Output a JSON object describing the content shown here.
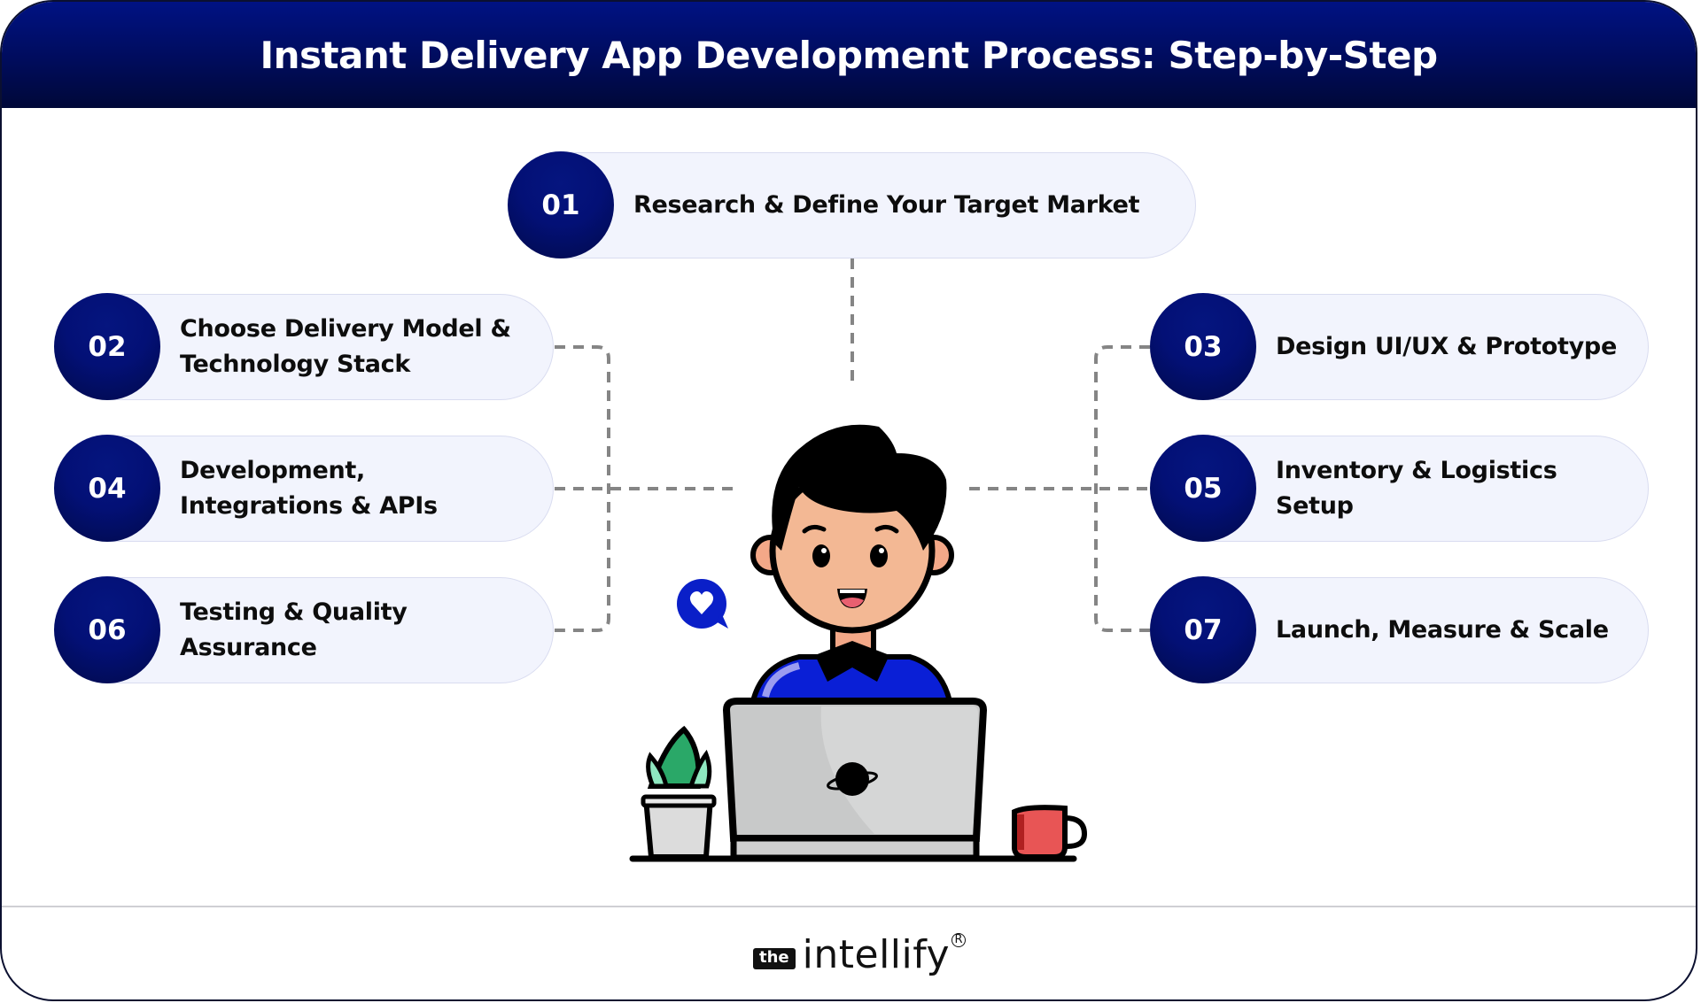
{
  "header": {
    "title": "Instant Delivery App Development Process: Step-by-Step"
  },
  "steps": [
    {
      "number": "01",
      "lines": [
        "Research & Define Your Target Market"
      ]
    },
    {
      "number": "02",
      "lines": [
        "Choose Delivery Model &",
        "Technology Stack"
      ]
    },
    {
      "number": "03",
      "lines": [
        "Design UI/UX & Prototype"
      ]
    },
    {
      "number": "04",
      "lines": [
        "Development,",
        "Integrations & APIs"
      ]
    },
    {
      "number": "05",
      "lines": [
        "Inventory & Logistics",
        "Setup"
      ]
    },
    {
      "number": "06",
      "lines": [
        "Testing & Quality",
        "Assurance"
      ]
    },
    {
      "number": "07",
      "lines": [
        "Launch, Measure & Scale"
      ]
    }
  ],
  "illustration": {
    "subject": "developer-at-laptop",
    "elements": [
      "heart-speech-bubble-icon",
      "plant-pot",
      "laptop-with-planet-logo",
      "red-coffee-mug"
    ]
  },
  "footer": {
    "logo_prefix": "the",
    "logo_name": "intellify",
    "logo_mark": "R"
  },
  "colors": {
    "header_top": "#001283",
    "header_bottom": "#000838",
    "badge": "#03107a",
    "pill_bg": "#f2f4fd",
    "pill_border": "#d9dcf0",
    "connector": "#808080",
    "shirt": "#0a1fd6",
    "heart_bubble": "#0a1fc8",
    "plant": "#2aa868",
    "mug": "#e85555"
  }
}
